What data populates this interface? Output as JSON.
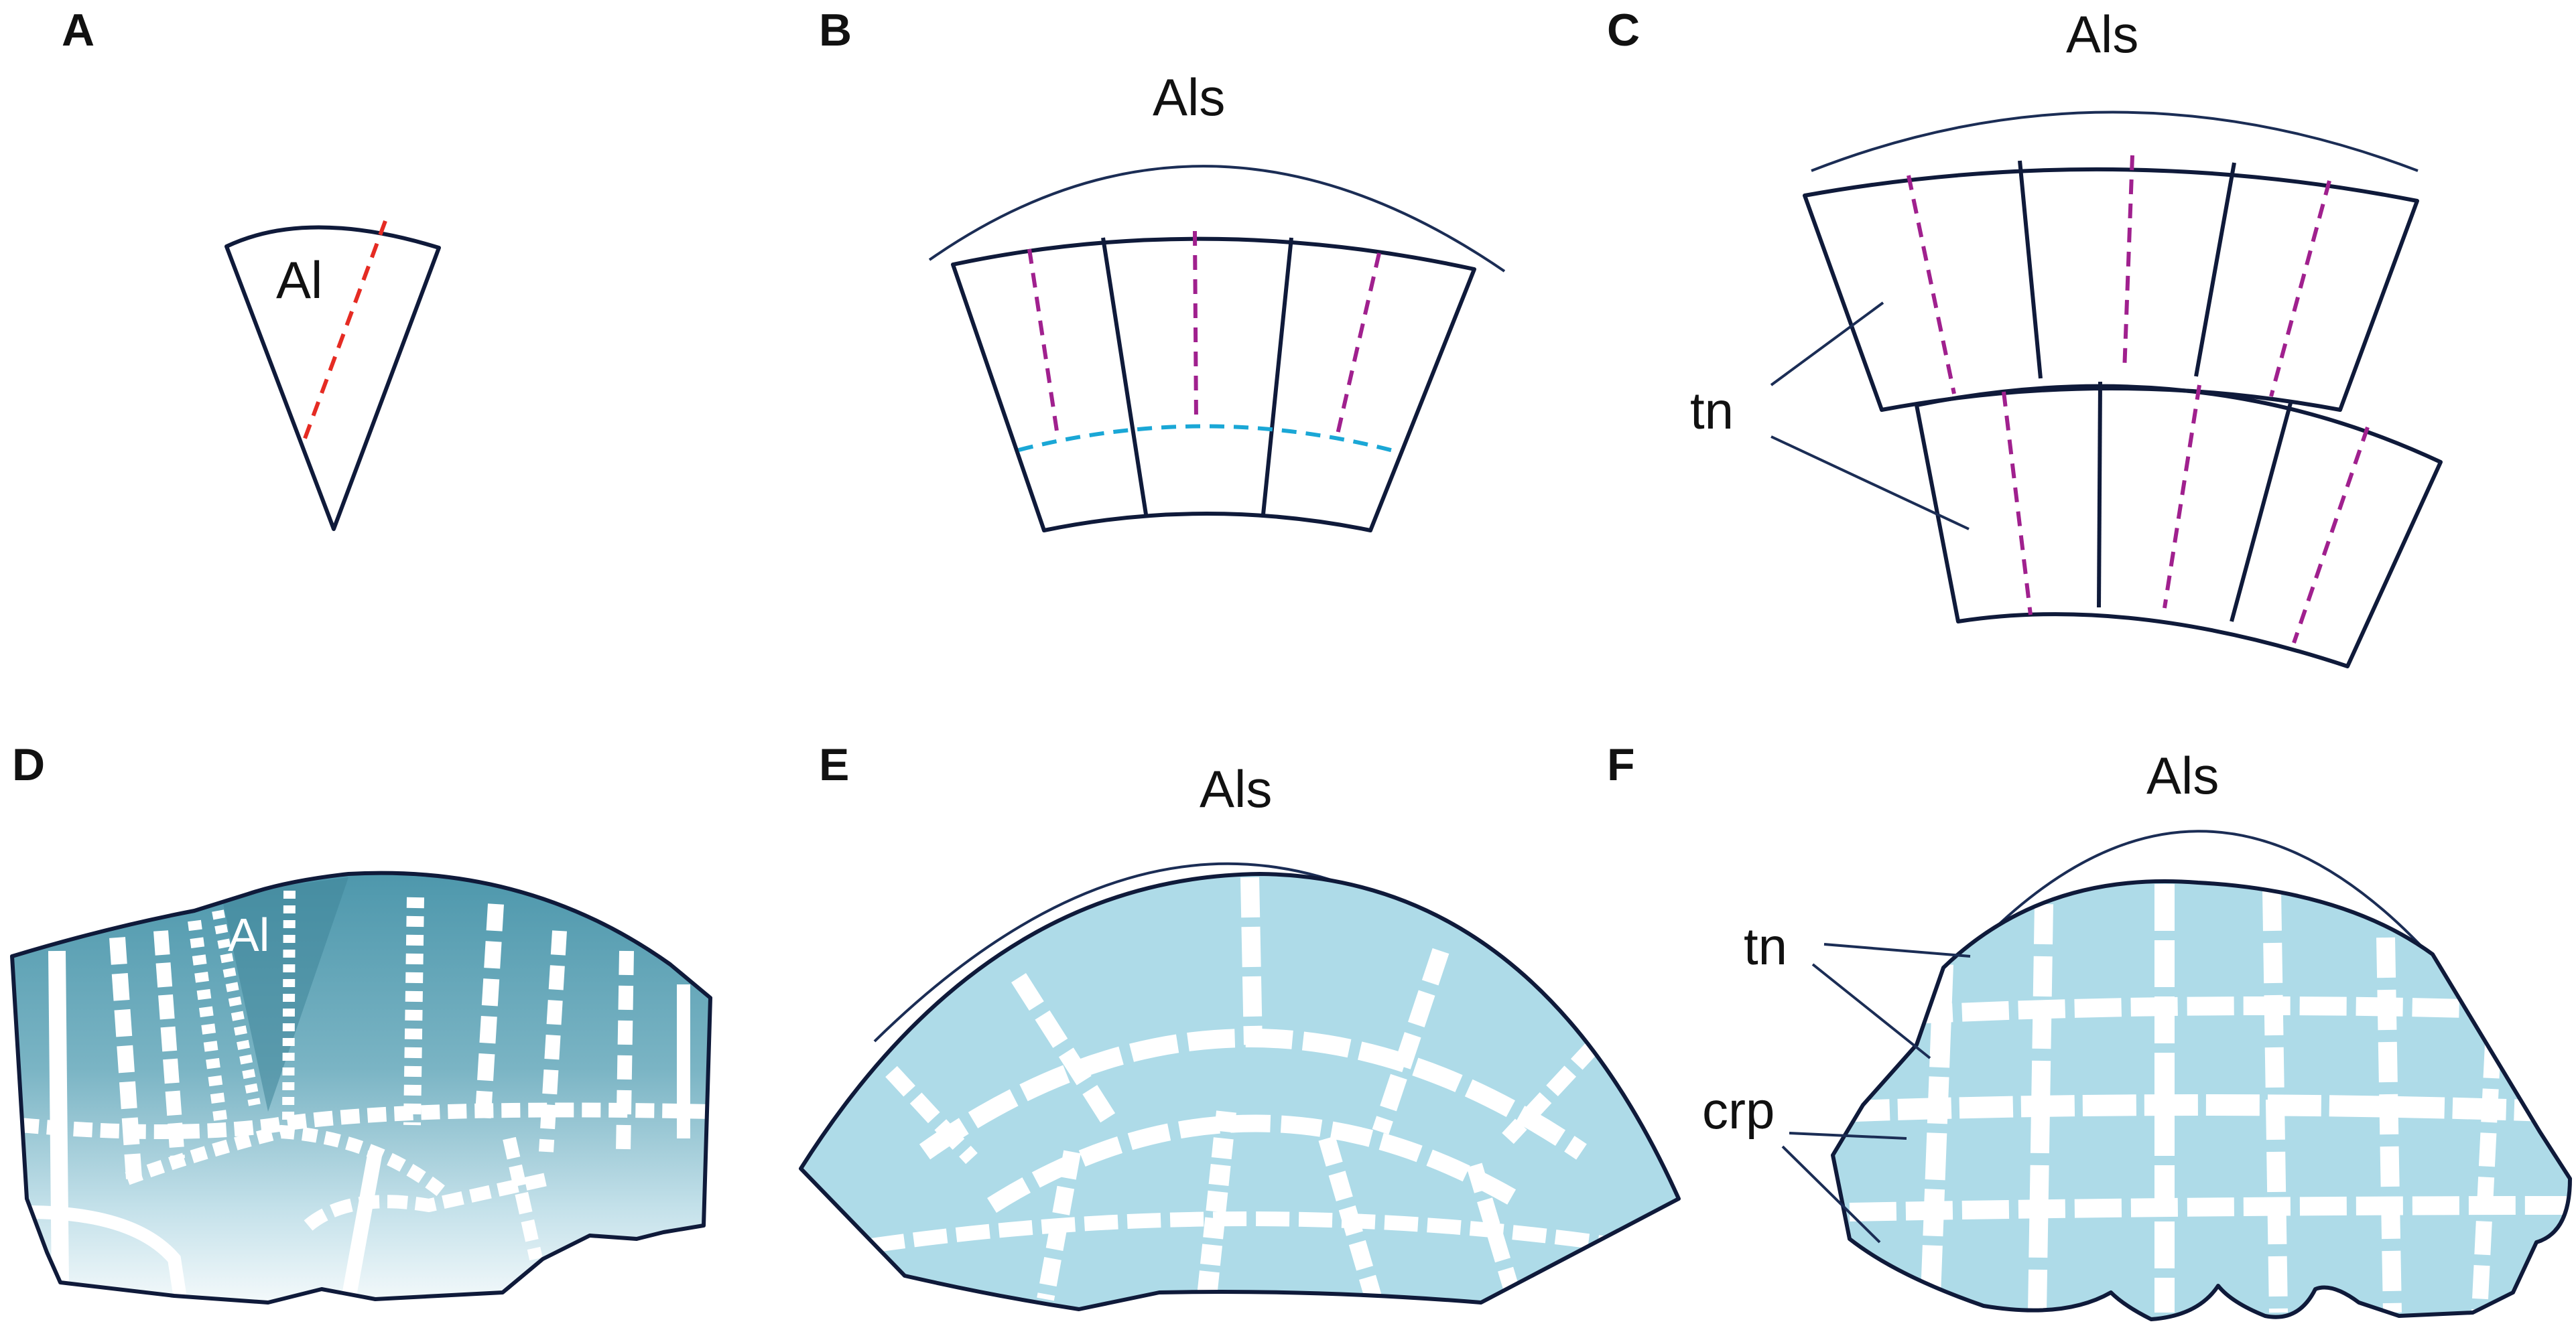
{
  "panels": {
    "a": {
      "label": "A",
      "labels": {
        "al": "Al"
      }
    },
    "b": {
      "label": "B",
      "labels": {
        "als": "Als"
      }
    },
    "c": {
      "label": "C",
      "labels": {
        "als": "Als",
        "tn": "tn"
      }
    },
    "d": {
      "label": "D",
      "labels": {
        "al": "Al"
      }
    },
    "e": {
      "label": "E",
      "labels": {
        "als": "Als"
      }
    },
    "f": {
      "label": "F",
      "labels": {
        "als": "Als",
        "tn": "tn",
        "crp": "crp"
      }
    }
  },
  "colors": {
    "outline": "#0f1a3a",
    "purple_dash": "#a0208e",
    "red_dash": "#e52b23",
    "cyan_dash": "#1aa7d6",
    "tile_light": "#aedbe8",
    "tile_dark": "#4f98ac"
  }
}
